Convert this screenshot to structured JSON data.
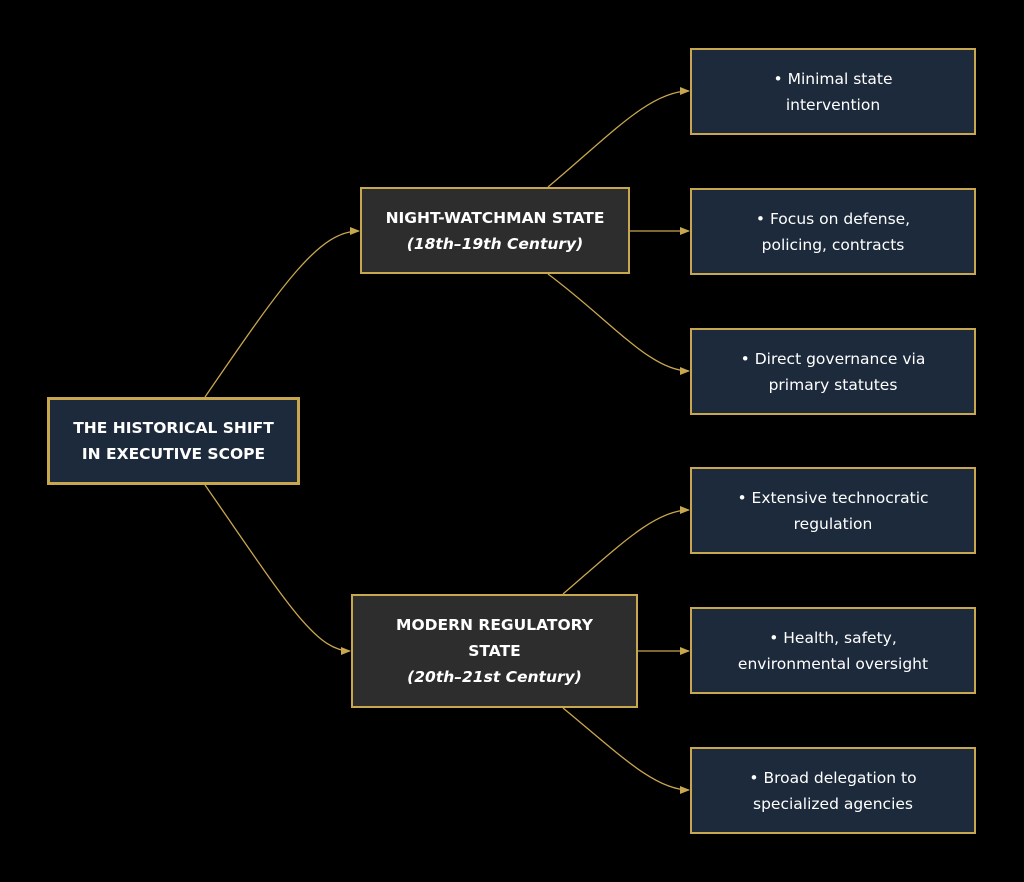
{
  "root": {
    "lines": [
      "THE HISTORICAL SHIFT",
      "IN EXECUTIVE SCOPE"
    ]
  },
  "night_watchman": {
    "lines": [
      "NIGHT-WATCHMAN STATE"
    ],
    "era": "(18th–19th Century)",
    "points": [
      {
        "lines": [
          "• Minimal state",
          "intervention"
        ]
      },
      {
        "lines": [
          "• Focus on defense,",
          "policing, contracts"
        ]
      },
      {
        "lines": [
          "• Direct governance via",
          "primary statutes"
        ]
      }
    ]
  },
  "modern_regulatory": {
    "lines": [
      "MODERN REGULATORY",
      "STATE"
    ],
    "era": "(20th–21st Century)",
    "points": [
      {
        "lines": [
          "• Extensive technocratic",
          "regulation"
        ]
      },
      {
        "lines": [
          "• Health, safety,",
          "environmental oversight"
        ]
      },
      {
        "lines": [
          "• Broad delegation to",
          "specialized agencies"
        ]
      }
    ]
  },
  "colors": {
    "background": "#000000",
    "border_gold": "#c9a74f",
    "navy_fill": "#1c2a3b",
    "dark_fill": "#2d2d2d",
    "text": "#ffffff"
  }
}
